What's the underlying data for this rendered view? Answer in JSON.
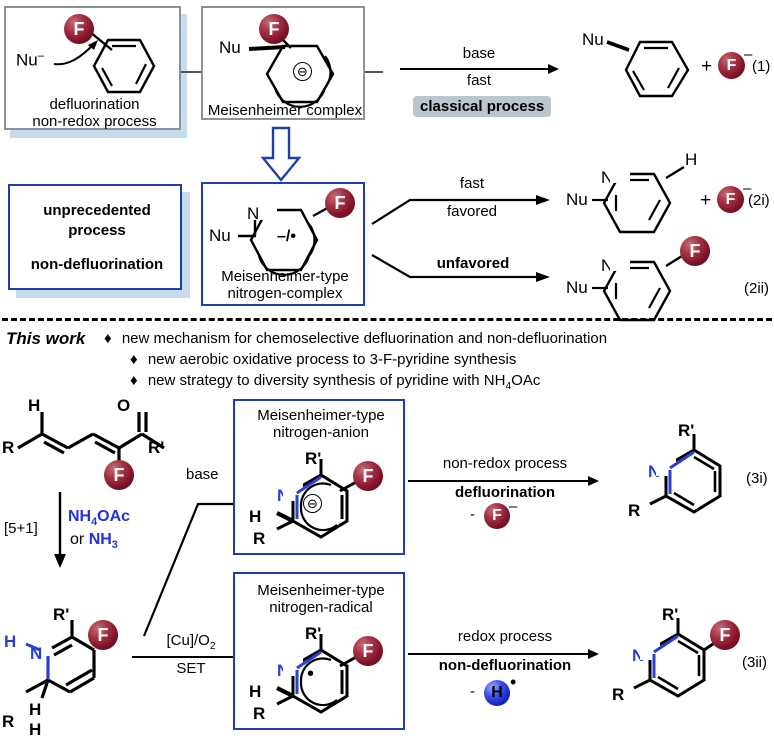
{
  "scheme": {
    "top_row": {
      "box_left": {
        "caption_line1": "defluorination",
        "caption_line2": "non-redox process",
        "nucleophile": "Nu",
        "nucleophile_charge": "–",
        "substituent": "F"
      },
      "box_center": {
        "caption": "Meisenheimer complex",
        "nucleophile": "Nu",
        "substituent": "F",
        "ring_charge": "⊖"
      },
      "arrow": {
        "above": "base",
        "below": "fast",
        "badge": "classical process"
      },
      "product": {
        "nucleophile": "Nu",
        "plus": "+",
        "leaving_group": "F",
        "leaving_charge": "–",
        "equation_number": "(1)"
      }
    },
    "second_row": {
      "box_left": {
        "line1": "unprecedented",
        "line2": "process",
        "line3": "non-defluorination"
      },
      "box_center": {
        "caption_line1": "Meisenheimer-type",
        "caption_line2": "nitrogen-complex",
        "nucleophile": "Nu",
        "ring_nitrogen": "N",
        "charge_label": "–/•",
        "substituent": "F"
      },
      "arrow_upper": {
        "above": "fast",
        "below": "favored"
      },
      "arrow_lower": {
        "label": "unfavored"
      },
      "product_upper": {
        "nucleophile": "Nu",
        "ring_nitrogen": "N",
        "hydrogen": "H",
        "plus": "+",
        "leaving_group": "F",
        "leaving_charge": "–",
        "equation_number": "(2i)"
      },
      "product_lower": {
        "nucleophile": "Nu",
        "ring_nitrogen": "N",
        "substituent": "F",
        "equation_number": "(2ii)"
      }
    },
    "this_work": {
      "heading": "This work",
      "bullet_char": "♦",
      "bullets": [
        "new mechanism for chemoselective defluorination and non-defluorination",
        "new aerobic oxidative process to 3-F-pyridine synthesis",
        "new strategy to diversity synthesis of pyridine with NH4OAc"
      ],
      "bullet3_prefix": "new strategy to diversity synthesis of pyridine with NH",
      "bullet3_sub": "4",
      "bullet3_suffix": "OAc"
    },
    "bottom": {
      "substrate": {
        "label_R": "R",
        "label_H": "H",
        "label_O": "O",
        "label_Rprime": "R'",
        "label_F": "F"
      },
      "cyclization": {
        "tag": "[5+1]",
        "reagent1": "NH",
        "reagent1_sub": "4",
        "reagent1_rest": "OAc",
        "reagent2_or": "or",
        "reagent2": "NH",
        "reagent2_sub": "3"
      },
      "enamine": {
        "label_H_n": "H",
        "label_N": "N",
        "label_Rprime": "R'",
        "label_F": "F",
        "label_R": "R",
        "label_H_ring": "H",
        "label_H_bottom": "H"
      },
      "base_label": "base",
      "set_conditions": {
        "above": "[Cu]/O",
        "above_sub": "2",
        "below": "SET"
      },
      "box_anion": {
        "caption_line1": "Meisenheimer-type",
        "caption_line2": "nitrogen-anion",
        "label_Rprime": "R'",
        "label_N": "N",
        "label_H": "H",
        "label_R": "R",
        "label_F": "F",
        "ring_charge": "⊖"
      },
      "box_radical": {
        "caption_line1": "Meisenheimer-type",
        "caption_line2": "nitrogen-radical",
        "label_Rprime": "R'",
        "label_N": "N",
        "label_H": "H",
        "label_R": "R",
        "label_F": "F",
        "ring_charge": "•"
      },
      "arrow_top": {
        "above": "non-redox process",
        "below": "defluorination",
        "loss_prefix": "-",
        "loss_species": "F",
        "loss_charge": "–"
      },
      "arrow_bottom": {
        "above": "redox process",
        "below": "non-defluorination",
        "loss_prefix": "-",
        "loss_species": "H",
        "loss_charge": "•"
      },
      "product_top": {
        "label_Rprime": "R'",
        "label_N": "N",
        "label_R": "R",
        "equation_number": "(3i)"
      },
      "product_bottom": {
        "label_Rprime": "R'",
        "label_N": "N",
        "label_R": "R",
        "label_F": "F",
        "equation_number": "(3ii)"
      }
    }
  },
  "colors": {
    "fluorine_sphere": "#7d1024",
    "hydrogen_sphere": "#1326c4",
    "nitrogen_blue": "#2b3fd0",
    "box_blue": "#1f3fa8",
    "box_grey": "#8a9199",
    "badge_grey": "#b9c6cc",
    "shadow_blue": "#c5dcea"
  }
}
